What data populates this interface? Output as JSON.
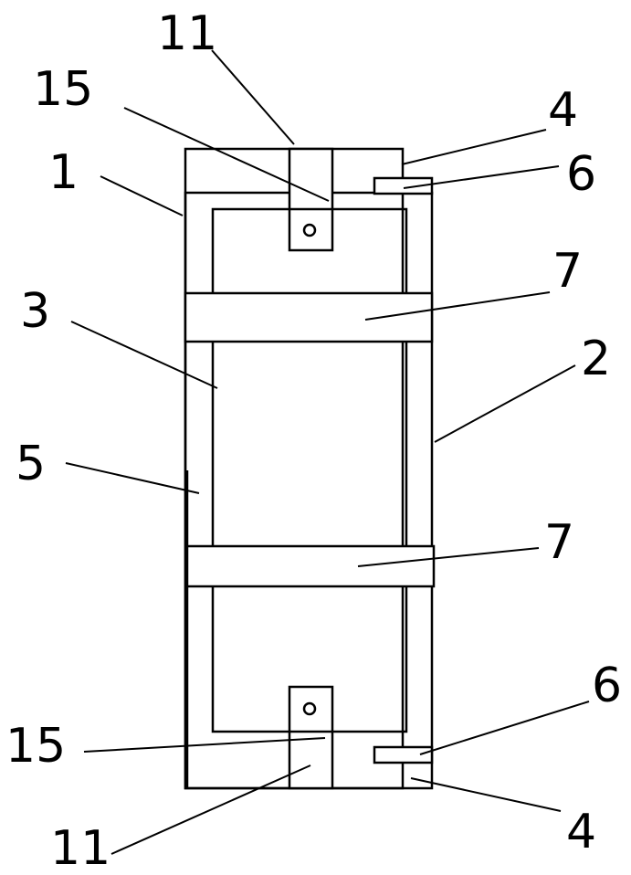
{
  "labels": {
    "top_11": "11",
    "top_15": "15",
    "top_4": "4",
    "top_6": "6",
    "label_1": "1",
    "upper_7": "7",
    "label_3": "3",
    "label_2": "2",
    "label_5": "5",
    "lower_7": "7",
    "bottom_6": "6",
    "bottom_15": "15",
    "bottom_4": "4",
    "bottom_11": "11"
  }
}
